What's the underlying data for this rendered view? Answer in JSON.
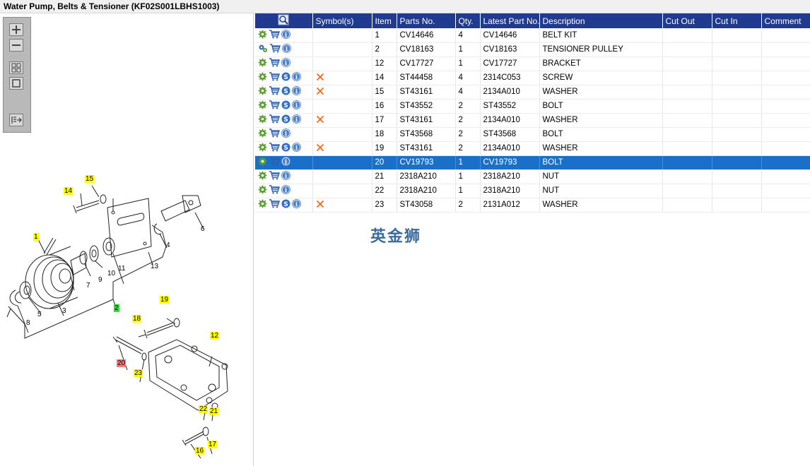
{
  "title": "Water Pump, Belts & Tensioner (KF02S001LBHS1003)",
  "toolbar": {
    "buttons": [
      "zoom-in",
      "zoom-out",
      "fit-all",
      "fit-window",
      "export"
    ]
  },
  "diagram": {
    "callouts": [
      {
        "text": "1",
        "style": "y"
      },
      {
        "text": "2",
        "style": "g"
      },
      {
        "text": "3",
        "style": "plain"
      },
      {
        "text": "4",
        "style": "plain"
      },
      {
        "text": "5",
        "style": "plain"
      },
      {
        "text": "6",
        "style": "plain"
      },
      {
        "text": "7",
        "style": "plain"
      },
      {
        "text": "8",
        "style": "plain"
      },
      {
        "text": "9",
        "style": "plain"
      },
      {
        "text": "10",
        "style": "plain"
      },
      {
        "text": "11",
        "style": "plain"
      },
      {
        "text": "12",
        "style": "y"
      },
      {
        "text": "13",
        "style": "plain"
      },
      {
        "text": "14",
        "style": "y"
      },
      {
        "text": "15",
        "style": "y"
      },
      {
        "text": "16",
        "style": "y"
      },
      {
        "text": "17",
        "style": "y"
      },
      {
        "text": "18",
        "style": "y"
      },
      {
        "text": "19",
        "style": "y"
      },
      {
        "text": "20",
        "style": "r"
      },
      {
        "text": "21",
        "style": "y"
      },
      {
        "text": "22",
        "style": "y"
      },
      {
        "text": "23",
        "style": "y"
      }
    ]
  },
  "table": {
    "columns": [
      "",
      "Symbol(s)",
      "Item",
      "Parts No.",
      "Qty.",
      "Latest Part No.",
      "Description",
      "Cut Out",
      "Cut In",
      "Comment"
    ],
    "rows": [
      {
        "icons": "gear-cart-info",
        "cut": false,
        "item": "1",
        "part": "CV14646",
        "qty": "4",
        "latest": "CV14646",
        "desc": "BELT KIT"
      },
      {
        "icons": "gears-cart-info",
        "cut": false,
        "item": "2",
        "part": "CV18163",
        "qty": "1",
        "latest": "CV18163",
        "desc": "TENSIONER PULLEY"
      },
      {
        "icons": "gear-cart-info",
        "cut": false,
        "item": "12",
        "part": "CV17727",
        "qty": "1",
        "latest": "CV17727",
        "desc": "BRACKET"
      },
      {
        "icons": "gear-cart-s-info",
        "cut": true,
        "item": "14",
        "part": "ST44458",
        "qty": "4",
        "latest": "2314C053",
        "desc": "SCREW"
      },
      {
        "icons": "gear-cart-s-info",
        "cut": true,
        "item": "15",
        "part": "ST43161",
        "qty": "4",
        "latest": "2134A010",
        "desc": "WASHER"
      },
      {
        "icons": "gear-cart-s-info",
        "cut": false,
        "item": "16",
        "part": "ST43552",
        "qty": "2",
        "latest": "ST43552",
        "desc": "BOLT"
      },
      {
        "icons": "gear-cart-s-info",
        "cut": true,
        "item": "17",
        "part": "ST43161",
        "qty": "2",
        "latest": "2134A010",
        "desc": "WASHER"
      },
      {
        "icons": "gear-cart-info",
        "cut": false,
        "item": "18",
        "part": "ST43568",
        "qty": "2",
        "latest": "ST43568",
        "desc": "BOLT"
      },
      {
        "icons": "gear-cart-s-info",
        "cut": true,
        "item": "19",
        "part": "ST43161",
        "qty": "2",
        "latest": "2134A010",
        "desc": "WASHER"
      },
      {
        "icons": "gear-cart-info",
        "cut": false,
        "item": "20",
        "part": "CV19793",
        "qty": "1",
        "latest": "CV19793",
        "desc": "BOLT",
        "selected": true
      },
      {
        "icons": "gear-cart-info",
        "cut": false,
        "item": "21",
        "part": "2318A210",
        "qty": "1",
        "latest": "2318A210",
        "desc": "NUT"
      },
      {
        "icons": "gear-cart-info",
        "cut": false,
        "item": "22",
        "part": "2318A210",
        "qty": "1",
        "latest": "2318A210",
        "desc": "NUT"
      },
      {
        "icons": "gear-cart-s-info",
        "cut": true,
        "item": "23",
        "part": "ST43058",
        "qty": "2",
        "latest": "2131A012",
        "desc": "WASHER"
      }
    ]
  },
  "watermark": "英金狮",
  "colors": {
    "header_bg": "#1f3a8e",
    "selected_row": "#1a6fc9",
    "callout_yellow": "#ffff00",
    "callout_green": "#33dd33",
    "callout_red": "#ff7777",
    "gear_green": "#5aa02c",
    "cart_blue": "#2a5fb0",
    "cut_orange": "#f26a1b"
  }
}
